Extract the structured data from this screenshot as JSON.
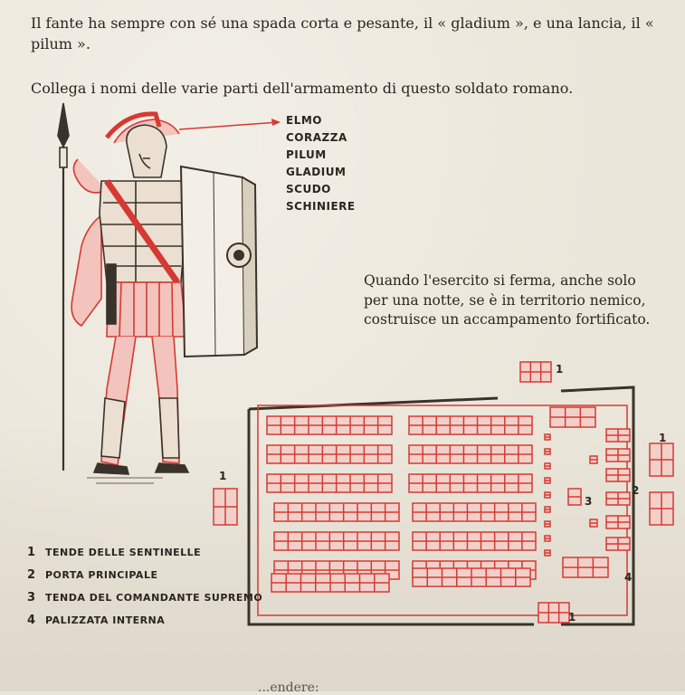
{
  "intro_text": "Il fante ha sempre con sé una spada corta e pesante, il « gladium », e una lancia, il « pilum ».",
  "instruction_text": "Collega i nomi delle varie parti dell'armamento di questo soldato romano.",
  "armor_parts": [
    "ELMO",
    "CORAZZA",
    "PILUM",
    "GLADIUM",
    "SCUDO",
    "SCHINIERE"
  ],
  "camp_text": "Quando l'esercito si ferma, anche solo per una notte, se è in territorio nemico, costruisce un accampamento fortificato.",
  "legend": [
    {
      "num": "1",
      "label": "TENDE DELLE SENTINELLE"
    },
    {
      "num": "2",
      "label": "PORTA PRINCIPALE"
    },
    {
      "num": "3",
      "label": "TENDA DEL COMANDANTE SUPREMO"
    },
    {
      "num": "4",
      "label": "PALIZZATA INTERNA"
    }
  ],
  "map_labels": {
    "sentinel": "1",
    "gate": "2",
    "commander": "3",
    "palisade": "4"
  },
  "bottom_fragment": "...endere:",
  "colors": {
    "ink": "#2b2620",
    "red": "#d43a33",
    "paper": "#ebe6da"
  }
}
